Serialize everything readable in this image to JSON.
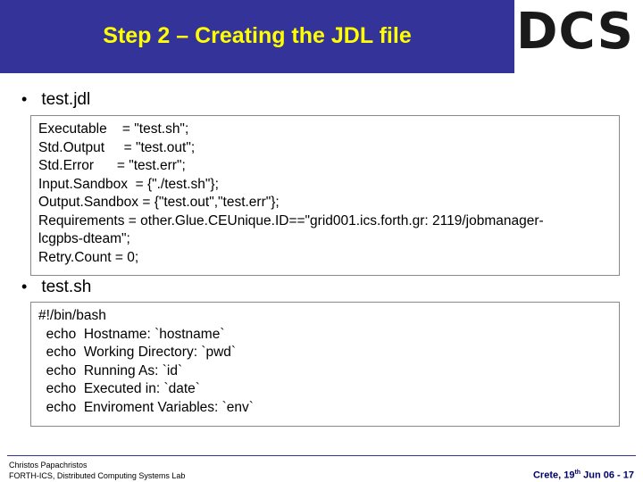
{
  "header": {
    "title": "Step 2 – Creating the JDL file",
    "logo_text": "DCS",
    "band_color": "#333399",
    "title_color": "#ffff00"
  },
  "bullets": [
    {
      "marker": "•",
      "label": "test.jdl"
    },
    {
      "marker": "•",
      "label": "test.sh"
    }
  ],
  "jdl_box": {
    "lines": [
      "Executable    = \"test.sh\";",
      "Std.Output     = \"test.out\";",
      "Std.Error      = \"test.err\";",
      "Input.Sandbox  = {\"./test.sh\"};",
      "Output.Sandbox = {\"test.out\",\"test.err\"};",
      "Requirements = other.Glue.CEUnique.ID==\"grid001.ics.forth.gr: 2119/jobmanager-",
      "lcgpbs-dteam\";",
      "Retry.Count = 0;"
    ]
  },
  "sh_box": {
    "lines": [
      "#!/bin/bash",
      "  echo  Hostname: `hostname`",
      "  echo  Working Directory: `pwd`",
      "  echo  Running As: `id`",
      "  echo  Executed in: `date`",
      "  echo  Enviroment Variables: `env`"
    ]
  },
  "footer": {
    "author": "Christos Papachristos",
    "affiliation": "FORTH-ICS, Distributed Computing Systems Lab",
    "location_date": "Crete, 19",
    "ordinal": "th",
    "date_rest": " Jun 06",
    "page": " - 17",
    "accent_color": "#000066"
  }
}
